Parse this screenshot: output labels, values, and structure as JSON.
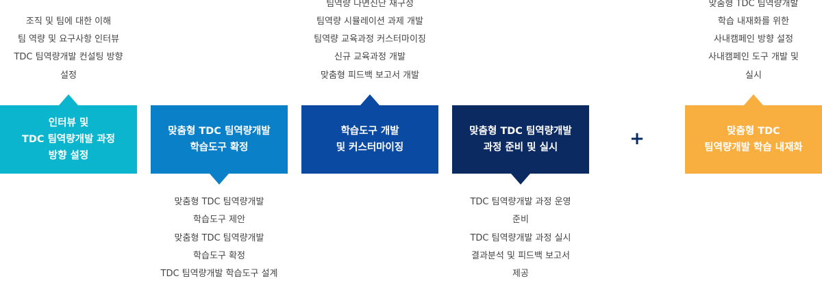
{
  "steps": [
    {
      "title": "인터뷰 및\nTDC 팀역량개발 과정\n방향 설정",
      "color": "#0bb5cd",
      "arrow": "up",
      "details": [
        "조직 및 팀에 대한 이해",
        "팀 역량 및 요구사항 인터뷰",
        "TDC 팀역량개발 컨설팅 방향",
        "설정"
      ]
    },
    {
      "title": "맞춤형 TDC 팀역량개발\n학습도구 확정",
      "color": "#0a80c8",
      "arrow": "down",
      "details": [
        "맞춤형 TDC 팀역량개발",
        "학습도구 제안",
        "맞춤형 TDC 팀역량개발",
        "학습도구 확정",
        "TDC 팀역량개발 학습도구 설계"
      ]
    },
    {
      "title": "학습도구 개발\n및 커스터마이징",
      "color": "#0b4aa2",
      "arrow": "up",
      "details": [
        "팀역량 다면진단 재구성",
        "팀역량 시뮬레이션 과제 개발",
        "팀역량 교육과정 커스터마이징",
        "신규 교육과정 개발",
        "맞춤형 피드백 보고서 개발"
      ]
    },
    {
      "title": "맞춤형 TDC 팀역량개발\n과정 준비 및 실시",
      "color": "#0b2a62",
      "arrow": "down",
      "details": [
        "TDC 팀역량개발 과정 운영",
        "준비",
        "TDC 팀역량개발 과정 실시",
        "결과분석 및 피드백 보고서",
        "제공"
      ]
    },
    {
      "title": "맞춤형 TDC\n팀역량개발 학습 내재화",
      "color": "#f9ae40",
      "arrow": "up",
      "details": [
        "맞춤형 TDC 팀역량개발",
        "학습 내재화를 위한",
        "사내캠페인 방향 설정",
        "사내캠페인 도구 개발 및",
        "실시"
      ]
    }
  ],
  "plus": "+"
}
